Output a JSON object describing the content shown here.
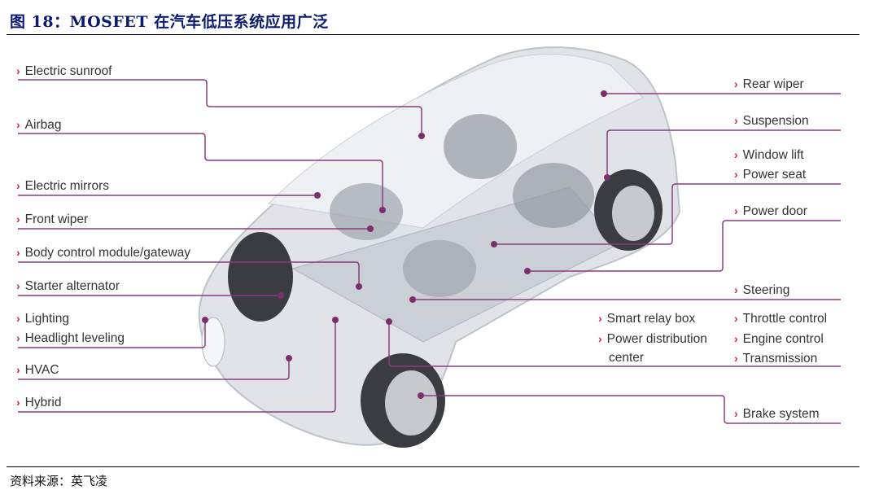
{
  "title": "图 18：MOSFET 在汽车低压系统应用广泛",
  "source": "资料来源：英飞凌",
  "colors": {
    "title": "#0a1a6e",
    "leader_line": "#8a3d7f",
    "chevron": "#d4244c"
  },
  "chevron_icon": "›",
  "left_labels": [
    "Electric sunroof",
    "Airbag",
    "Electric mirrors",
    "Front wiper",
    "Body control module/gateway",
    "Starter alternator",
    "Lighting",
    "Headlight leveling",
    "HVAC",
    "Hybrid"
  ],
  "right_labels": [
    "Rear wiper",
    "Suspension",
    "Window lift",
    "Power seat",
    "Power door",
    "Steering",
    "Throttle control",
    "Engine control",
    "Transmission",
    "Brake system"
  ],
  "center_labels": [
    "Smart relay box",
    "Power distribution",
    "center"
  ]
}
